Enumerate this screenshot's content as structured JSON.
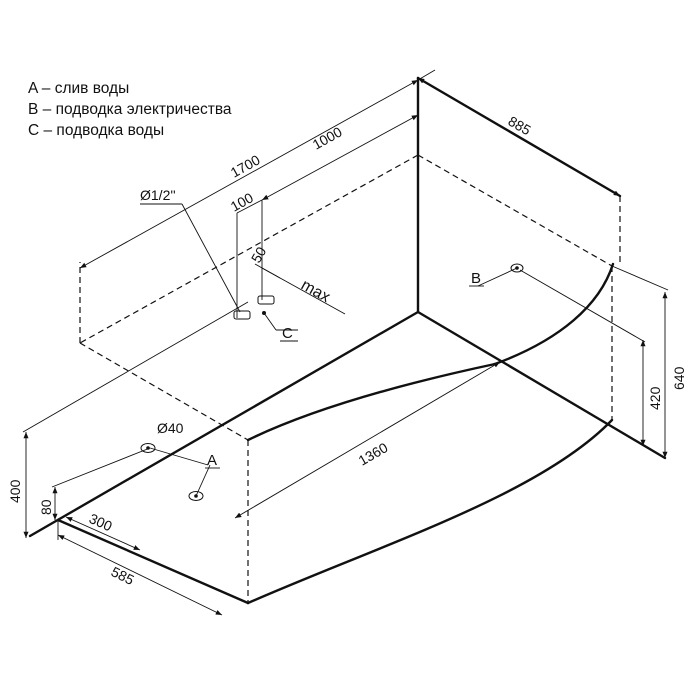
{
  "legend": {
    "a": "A – слив воды",
    "b": "B – подводка электричества",
    "c": "C – подводка воды"
  },
  "dimensions": {
    "d1700": "1700",
    "d1000": "1000",
    "d885": "885",
    "d100": "100",
    "d50": "50",
    "max": "max",
    "pipe": "Ø1/2''",
    "d40": "Ø40",
    "d1360": "1360",
    "d640": "640",
    "d420": "420",
    "d400": "400",
    "d80": "80",
    "d300": "300",
    "d585": "585"
  },
  "labels": {
    "a": "A",
    "b": "B",
    "c": "C"
  }
}
